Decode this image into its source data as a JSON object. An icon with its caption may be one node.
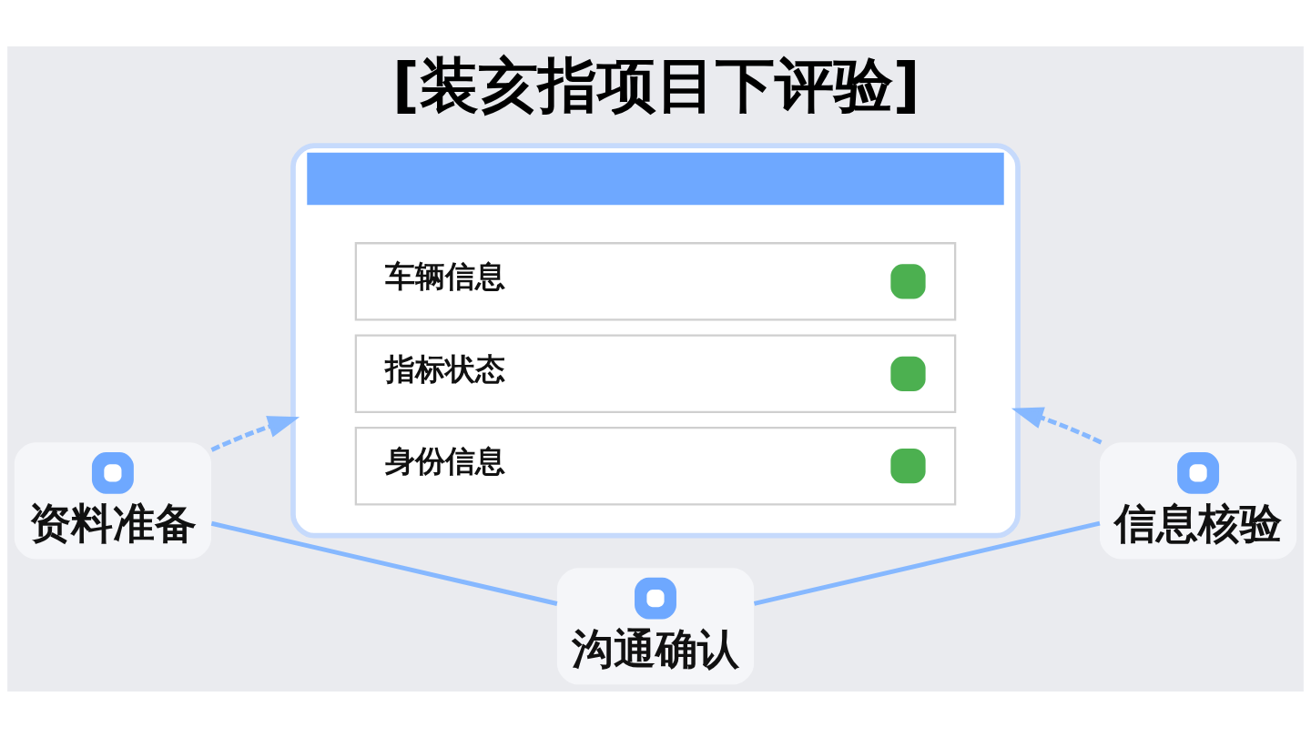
{
  "diagram": {
    "title": "[装亥指项目下评验]",
    "nodes": [
      {
        "text": [],
        "shape": "box"
      },
      {
        "text": [
          "车辆信息"
        ],
        "in": 0
      },
      {
        "text": [
          "指标状态"
        ],
        "in": 0
      },
      {
        "text": [
          "身份信息"
        ],
        "in": 0
      },
      {
        "text": [
          "资料准备"
        ]
      },
      {
        "text": [
          "信息核验"
        ]
      },
      {
        "text": [
          "沟通确认"
        ]
      }
    ],
    "edges": [
      {
        "from": 4,
        "to": 0,
        "arrow": "to",
        "style": "dashed"
      },
      {
        "from": 5,
        "to": 0,
        "arrow": "to",
        "style": "dashed"
      },
      {
        "from": 4,
        "to": 6,
        "arrow": "none"
      },
      {
        "from": 6,
        "to": 5,
        "arrow": "none"
      }
    ]
  }
}
